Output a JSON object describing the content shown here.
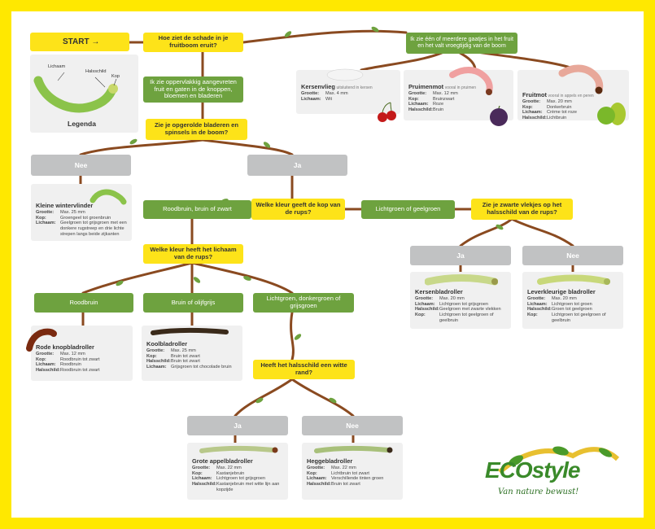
{
  "colors": {
    "frame": "#ffe800",
    "question": "#fde319",
    "answer": "#6ea23f",
    "choice": "#c1c2c3",
    "branch": "#8a4a20",
    "leaf": "#6ea23f"
  },
  "start": "START →",
  "questions": {
    "q1": "Hoe ziet de schade in je fruitboom eruit?",
    "q2": "Ik zie oppervlakkig aangevreten fruit en gaten in de knoppen, bloemen en bladeren",
    "q3": "Zie je opgerolde bladeren en spinsels in de boom?",
    "q4": "Welke kleur geeft de kop van de rups?",
    "q5": "Zie je zwarte vlekjes op het halsschild van de rups?",
    "q6": "Welke kleur heeft het lichaam van de rups?",
    "q7": "Heeft het halsschild een witte rand?"
  },
  "answers": {
    "a_fruit": "Ik zie één of meerdere gaatjes in het fruit en het valt vroegtijdig van de boom",
    "a_roodbruin_zwart": "Roodbruin, bruin of zwart",
    "a_lichtgroen": "Lichtgroen of geelgroen",
    "a_roodbruin": "Roodbruin",
    "a_olijfgrijs": "Bruin of olijfgrijs",
    "a_groen": "Lichtgroen, donkergroen of grijsgroen"
  },
  "choices": {
    "nee1": "Nee",
    "ja1": "Ja",
    "ja2": "Ja",
    "nee2": "Nee",
    "ja3": "Ja",
    "nee3": "Nee"
  },
  "legend": {
    "lichaam": "Lichaam",
    "halsschild": "Halsschild",
    "kop": "Kop",
    "title": "Legenda"
  },
  "cards": {
    "kersenvlieg": {
      "name": "Kersenvlieg",
      "sub": "uitsluitend in kersen",
      "rows": [
        {
          "k": "Grootte",
          "v": "Max. 4 mm"
        },
        {
          "k": "Lichaam",
          "v": "Wit"
        }
      ]
    },
    "pruimenmot": {
      "name": "Pruimenmot",
      "sub": "vooral in pruimen",
      "rows": [
        {
          "k": "Grootte",
          "v": "Max. 12 mm"
        },
        {
          "k": "Kop",
          "v": "Bruinzwart"
        },
        {
          "k": "Lichaam",
          "v": "Roze"
        },
        {
          "k": "Halsschild",
          "v": "Bruin"
        }
      ]
    },
    "fruitmot": {
      "name": "Fruitmot",
      "sub": "vooral in appels en peren",
      "rows": [
        {
          "k": "Grootte",
          "v": "Max. 20 mm"
        },
        {
          "k": "Kop",
          "v": "Donkerbruin"
        },
        {
          "k": "Lichaam",
          "v": "Crème tot roze"
        },
        {
          "k": "Halsschild",
          "v": "Lichtbruin"
        }
      ]
    },
    "wintervlinder": {
      "name": "Kleine wintervlinder",
      "sub": "",
      "rows": [
        {
          "k": "Grootte",
          "v": "Max. 25 mm"
        },
        {
          "k": "Kop",
          "v": "Groengeel tot groenbruin"
        },
        {
          "k": "Lichaam",
          "v": "Geelgroen tot grijsgroen met een donkere rugstreep en drie lichte strepen langs beide zijkanten"
        }
      ]
    },
    "kersenbladroller": {
      "name": "Kersenbladroller",
      "sub": "",
      "rows": [
        {
          "k": "Grootte",
          "v": "Max. 20 mm"
        },
        {
          "k": "Lichaam",
          "v": "Lichtgroen tot grijsgroen"
        },
        {
          "k": "Halsschild",
          "v": "Geelgroen met zwarte vlekken"
        },
        {
          "k": "Kop",
          "v": "Lichtgroen tot geelgroen of geelbruin"
        }
      ]
    },
    "leverkleurige": {
      "name": "Leverkleurige bladroller",
      "sub": "",
      "rows": [
        {
          "k": "Grootte",
          "v": "Max. 20 mm"
        },
        {
          "k": "Lichaam",
          "v": "Lichtgroen tot groen"
        },
        {
          "k": "Halsschild",
          "v": "Groen tot geelgroen"
        },
        {
          "k": "Kop",
          "v": "Lichtgroen tot geelgroen of geelbruin"
        }
      ]
    },
    "rodeknop": {
      "name": "Rode knopbladroller",
      "sub": "",
      "rows": [
        {
          "k": "Grootte",
          "v": "Max. 12 mm"
        },
        {
          "k": "Kop",
          "v": "Roodbruin tot zwart"
        },
        {
          "k": "Lichaam",
          "v": "Roodbruin"
        },
        {
          "k": "Halsschild",
          "v": "Roodbruin tot zwart"
        }
      ]
    },
    "koolbladroller": {
      "name": "Koolbladroller",
      "sub": "",
      "rows": [
        {
          "k": "Grootte",
          "v": "Max. 25 mm"
        },
        {
          "k": "Kop",
          "v": "Bruin tot zwart"
        },
        {
          "k": "Halsschild",
          "v": "Bruin tot zwart"
        },
        {
          "k": "Lichaam",
          "v": "Grijsgroen tot chocolade bruin"
        }
      ]
    },
    "appelbladroller": {
      "name": "Grote appelbladroller",
      "sub": "",
      "rows": [
        {
          "k": "Grootte",
          "v": "Max. 22 mm"
        },
        {
          "k": "Kop",
          "v": "Kastanjebruin"
        },
        {
          "k": "Lichaam",
          "v": "Lichtgroen tot grijsgroen"
        },
        {
          "k": "Halsschild",
          "v": "Kastanjebruin met witte lijn aan kopzijde"
        }
      ]
    },
    "heggebladroller": {
      "name": "Heggebladroller",
      "sub": "",
      "rows": [
        {
          "k": "Grootte",
          "v": "Max. 22 mm"
        },
        {
          "k": "Kop",
          "v": "Lichtbruin tot zwart"
        },
        {
          "k": "Lichaam",
          "v": "Verschillende tinten groen"
        },
        {
          "k": "Halsschild",
          "v": "Bruin tot zwart"
        }
      ]
    }
  },
  "logo": {
    "brand": "ECOstyle",
    "tagline": "Van nature bewust!"
  }
}
